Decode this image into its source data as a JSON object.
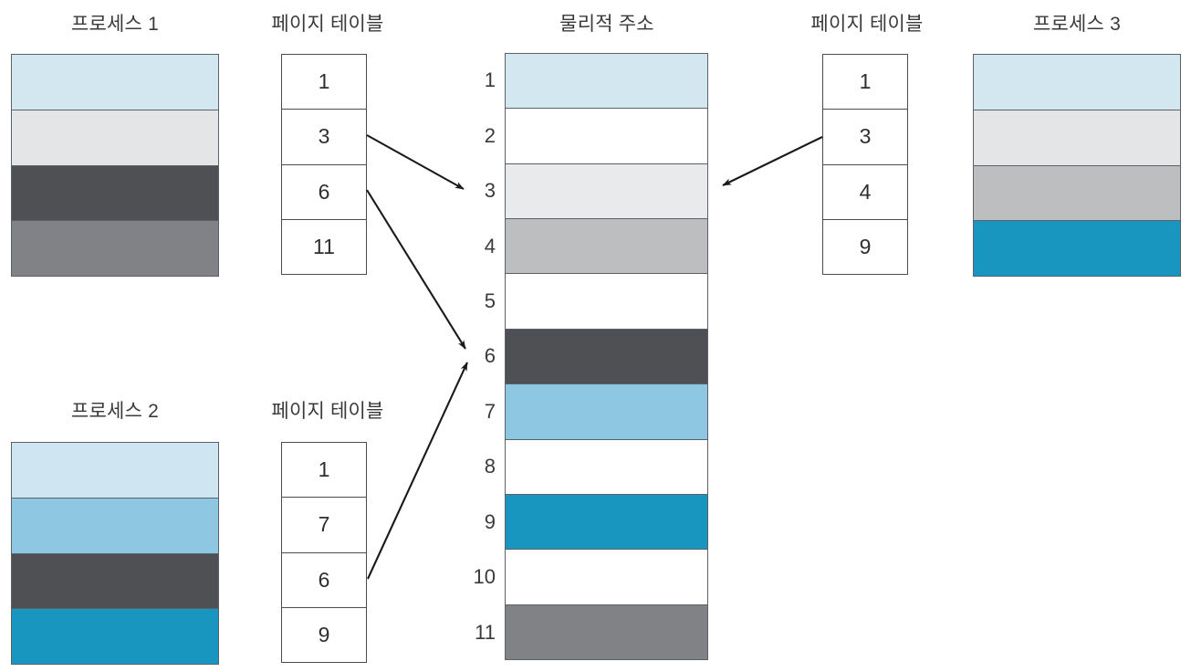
{
  "diagram": {
    "title_process1": "프로세스 1",
    "title_process2": "프로세스 2",
    "title_process3": "프로세스 3",
    "title_page_table_1": "페이지 테이블",
    "title_page_table_2": "페이지 테이블",
    "title_page_table_3": "페이지 테이블",
    "title_physical": "물리적 주소"
  },
  "colors": {
    "light_blue": "#d3e7f0",
    "very_light_gray": "#e4e5e7",
    "dark_gray": "#4e5054",
    "medium_gray": "#808285",
    "light_gray": "#bcbec0",
    "mid_blue": "#8ec7e2",
    "teal": "#1896bf",
    "white": "#ffffff",
    "stroke": "#5b6166",
    "text": "#3a3a3a"
  },
  "process1": {
    "label": "프로세스 1",
    "bands": [
      {
        "name": "band-a",
        "color": "#d3e7f0"
      },
      {
        "name": "band-b",
        "color": "#e4e5e7"
      },
      {
        "name": "band-c",
        "color": "#4e5054"
      },
      {
        "name": "band-d",
        "color": "#808285"
      }
    ]
  },
  "process2": {
    "label": "프로세스 2",
    "bands": [
      {
        "name": "band-a",
        "color": "#cfe5f2"
      },
      {
        "name": "band-b",
        "color": "#8ec7e2"
      },
      {
        "name": "band-c",
        "color": "#4e5054"
      },
      {
        "name": "band-d",
        "color": "#1896bf"
      }
    ]
  },
  "process3": {
    "label": "프로세스 3",
    "bands": [
      {
        "name": "band-a",
        "color": "#d3e7f0"
      },
      {
        "name": "band-b",
        "color": "#e4e5e7"
      },
      {
        "name": "band-c",
        "color": "#bcbec0"
      },
      {
        "name": "band-d",
        "color": "#1896bf"
      }
    ]
  },
  "page_table_1": {
    "label": "페이지 테이블",
    "entries": [
      "1",
      "3",
      "6",
      "11"
    ]
  },
  "page_table_2": {
    "label": "페이지 테이블",
    "entries": [
      "1",
      "7",
      "6",
      "9"
    ]
  },
  "page_table_3": {
    "label": "페이지 테이블",
    "entries": [
      "1",
      "3",
      "4",
      "9"
    ]
  },
  "physical_memory": {
    "label": "물리적 주소",
    "frames": [
      {
        "index": "1",
        "color": "#d3e7f0"
      },
      {
        "index": "2",
        "color": "#ffffff"
      },
      {
        "index": "3",
        "color": "#e9eaec"
      },
      {
        "index": "4",
        "color": "#bcbec0"
      },
      {
        "index": "5",
        "color": "#ffffff"
      },
      {
        "index": "6",
        "color": "#4e5054"
      },
      {
        "index": "7",
        "color": "#8ec7e2"
      },
      {
        "index": "8",
        "color": "#ffffff"
      },
      {
        "index": "9",
        "color": "#1896bf"
      },
      {
        "index": "10",
        "color": "#ffffff"
      },
      {
        "index": "11",
        "color": "#808285"
      }
    ]
  },
  "arrows": [
    {
      "name": "arrow-pt1-entry3-to-frame3",
      "from": "page_table_1.entries.1",
      "to": "physical_memory.frames.2"
    },
    {
      "name": "arrow-pt1-entry6-to-frame6",
      "from": "page_table_1.entries.2",
      "to": "physical_memory.frames.5"
    },
    {
      "name": "arrow-pt2-entry6-to-frame6",
      "from": "page_table_2.entries.2",
      "to": "physical_memory.frames.5"
    },
    {
      "name": "arrow-pt3-entry3-to-frame3",
      "from": "page_table_3.entries.1",
      "to": "physical_memory.frames.2"
    }
  ]
}
